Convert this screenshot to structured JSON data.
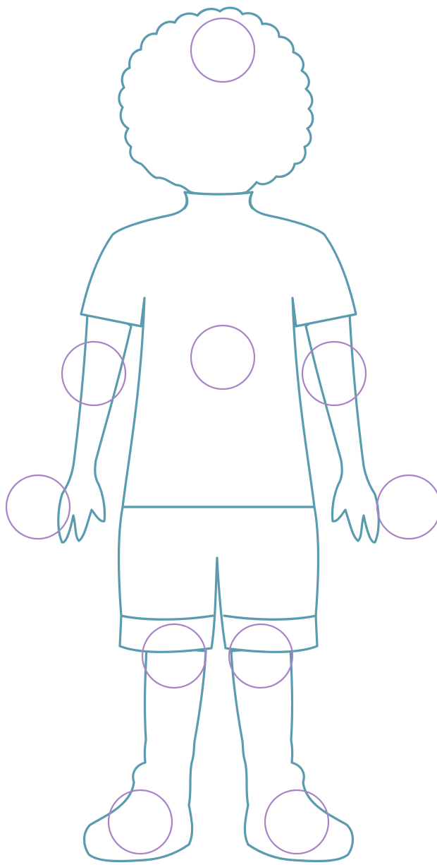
{
  "colors": {
    "outline": "#5b9bb0",
    "spot": "#a884c4",
    "background": "#ffffff"
  },
  "figure": {
    "subject": "child-body-outline-front-view",
    "spots": [
      {
        "id": "head-spot"
      },
      {
        "id": "chest-spot"
      },
      {
        "id": "right-elbow-spot"
      },
      {
        "id": "left-elbow-spot"
      },
      {
        "id": "right-hand-spot"
      },
      {
        "id": "left-hand-spot"
      },
      {
        "id": "right-knee-spot"
      },
      {
        "id": "left-knee-spot"
      },
      {
        "id": "right-foot-spot"
      },
      {
        "id": "left-foot-spot"
      }
    ]
  }
}
